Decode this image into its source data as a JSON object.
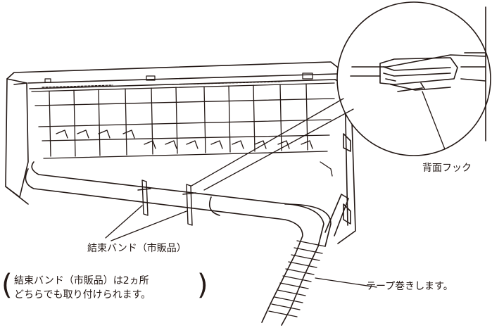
{
  "labels": {
    "back_hook": "背面フック",
    "band": "結束バンド（市販品）",
    "tape": "テープ巻きします。"
  },
  "note": {
    "line1": "結束バンド（市販品）は2ヵ所",
    "line2": "どちらでも取り付けられます。"
  },
  "colors": {
    "stroke": "#231815",
    "background": "#ffffff"
  }
}
